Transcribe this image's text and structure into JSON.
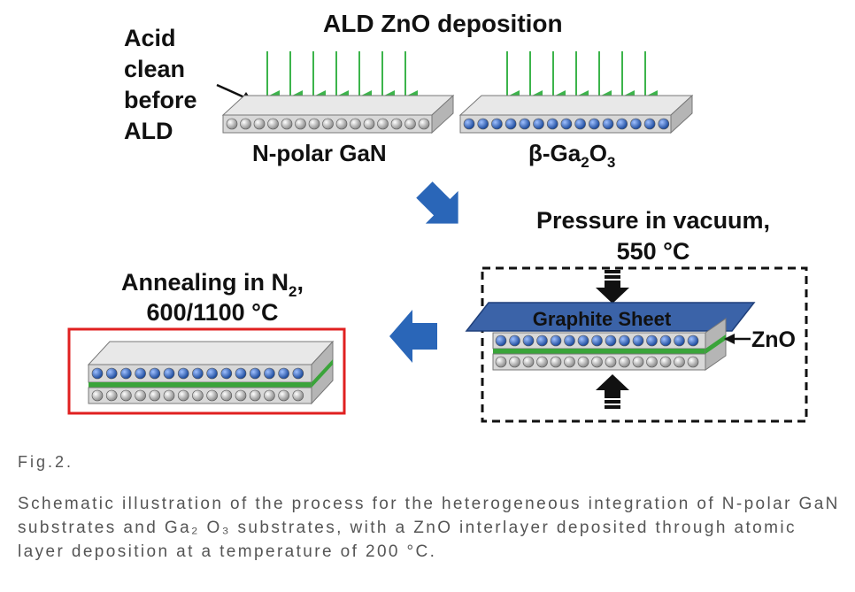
{
  "figure": {
    "top_title": "ALD ZnO deposition",
    "acid_lines": [
      "Acid",
      "clean",
      "before",
      "ALD"
    ],
    "gan_label": "N-polar GaN",
    "ga2o3_label": {
      "prefix": "β-Ga",
      "sub1": "2",
      "mid": "O",
      "sub2": "3"
    },
    "pressure_lines": [
      "Pressure in vacuum,",
      "550 °C"
    ],
    "graphite_label": "Graphite Sheet",
    "zno_label": "ZnO",
    "annealing_line1": {
      "text": "Annealing in N",
      "sub": "2",
      "tail": ","
    },
    "annealing_line2": "600/1100 °C",
    "colors": {
      "arrow_green": "#3cb44b",
      "gan_atom": "#9a9a9a",
      "ga2o3_atom": "#2457a8",
      "zno_layer": "#3aa43a",
      "graphite": "#3b63a8",
      "process_arrow": "#2a66b8",
      "final_box": "#e02020"
    }
  },
  "caption": {
    "number": "Fig.2.",
    "text": "Schematic illustration of the process for the heterogeneous integration of N-polar GaN substrates and Ga₂ O₃  substrates, with a ZnO interlayer deposited through atomic layer deposition at a temperature of 200 °C."
  }
}
